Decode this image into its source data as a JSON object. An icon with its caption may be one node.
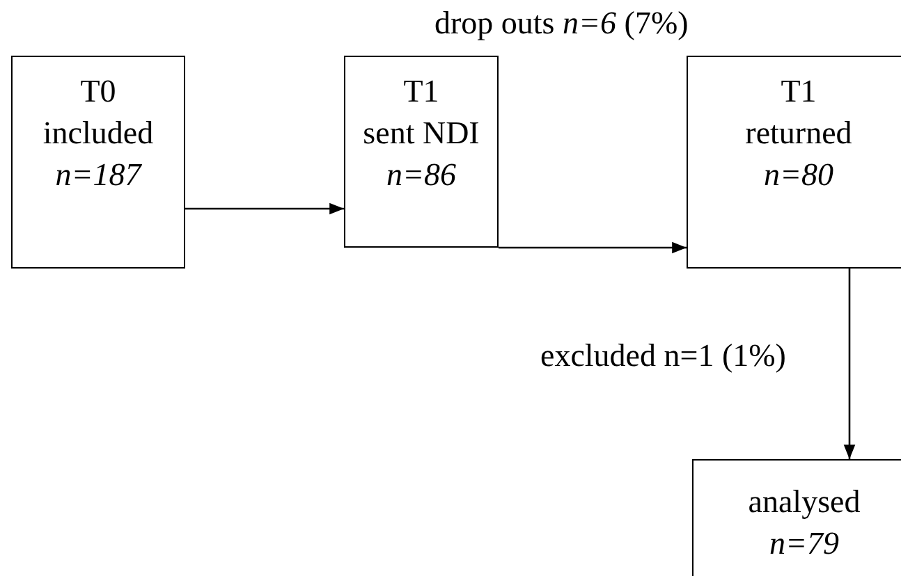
{
  "diagram": {
    "nodes": [
      {
        "text": [
          "T0",
          "included",
          "n=187"
        ]
      },
      {
        "text": [
          "T1",
          "sent NDI",
          "n=86"
        ]
      },
      {
        "text": [
          "T1",
          "returned",
          "n=80"
        ]
      },
      {
        "text": [
          "analysed",
          "n=79"
        ]
      }
    ],
    "edges": [
      {
        "from": 0,
        "to": 1,
        "arrow": "to"
      },
      {
        "from": 1,
        "to": 2,
        "arrow": "to"
      },
      {
        "from": 2,
        "to": 3,
        "arrow": "to",
        "label": "excluded n=1 (1%)"
      }
    ],
    "labels": [
      "drop outs *n=6* (7%)"
    ]
  }
}
